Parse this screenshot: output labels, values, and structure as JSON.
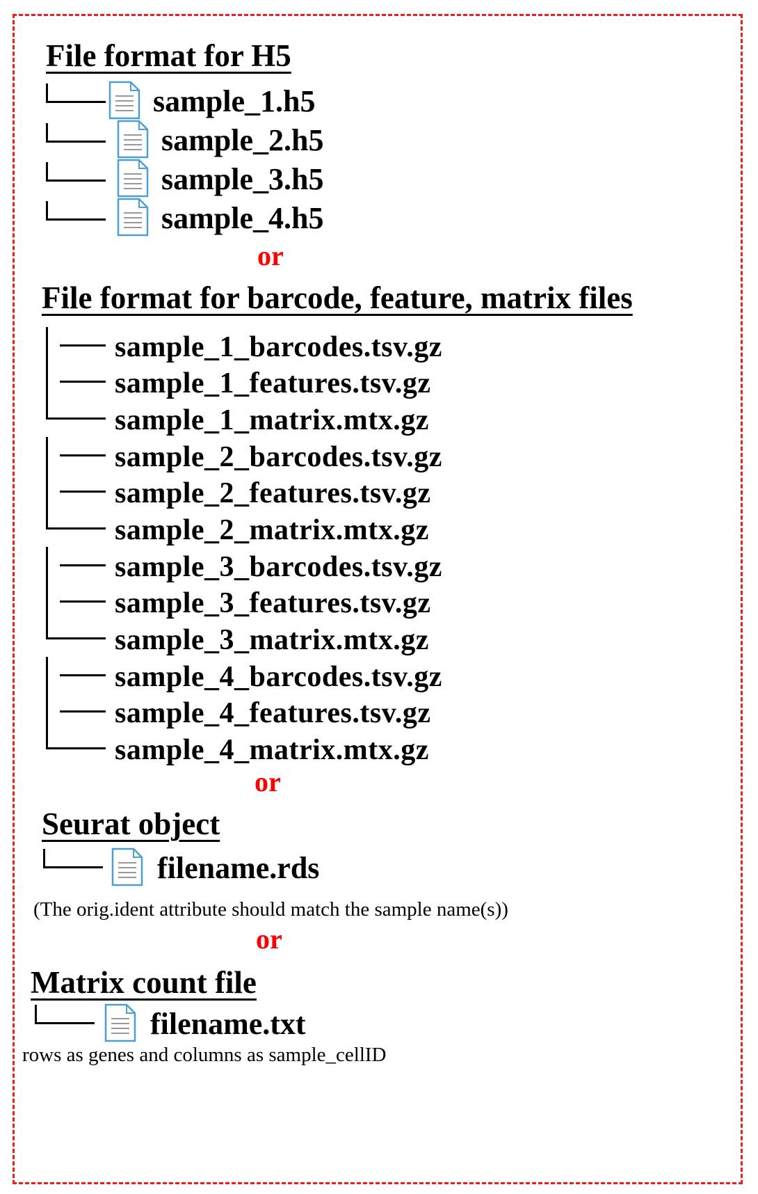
{
  "h5": {
    "heading": "File format for H5",
    "files": [
      "sample_1.h5",
      "sample_2.h5",
      "sample_3.h5",
      "sample_4.h5"
    ]
  },
  "or_label": "or",
  "mtx": {
    "heading": "File format for barcode, feature, matrix files",
    "groups": [
      [
        "sample_1_barcodes.tsv.gz",
        "sample_1_features.tsv.gz",
        "sample_1_matrix.mtx.gz"
      ],
      [
        "sample_2_barcodes.tsv.gz",
        "sample_2_features.tsv.gz",
        "sample_2_matrix.mtx.gz"
      ],
      [
        "sample_3_barcodes.tsv.gz",
        "sample_3_features.tsv.gz",
        "sample_3_matrix.mtx.gz"
      ],
      [
        "sample_4_barcodes.tsv.gz",
        "sample_4_features.tsv.gz",
        "sample_4_matrix.mtx.gz"
      ]
    ]
  },
  "seurat": {
    "heading": "Seurat  object",
    "file": "filename.rds",
    "note": "(The orig.ident attribute should match the sample name(s))"
  },
  "matrix_count": {
    "heading": "Matrix count file",
    "file": "filename.txt",
    "note": "rows as genes and columns as sample_cellID"
  },
  "icon": "document-icon",
  "colors": {
    "border": "#e8211c",
    "or": "#ff0000",
    "icon_stroke": "#4a9fd8"
  }
}
